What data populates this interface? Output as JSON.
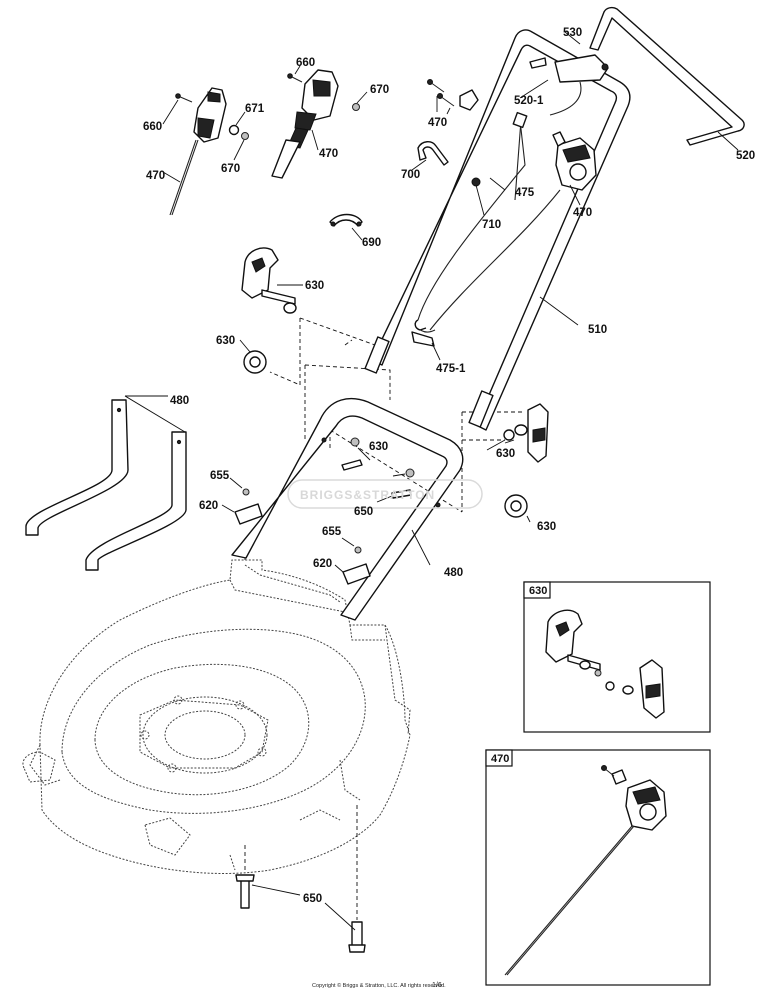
{
  "callouts": {
    "c530": "530",
    "c520_1": "520-1",
    "c520": "520",
    "c660_a": "660",
    "c660_b": "660",
    "c670_a": "670",
    "c671": "671",
    "c670_b": "670",
    "c470_a": "470",
    "c470_b": "470",
    "c470_c": "470",
    "c470_d": "470",
    "c700": "700",
    "c475": "475",
    "c710": "710",
    "c690": "690",
    "c630_a": "630",
    "c630_b": "630",
    "c510": "510",
    "c475_1": "475-1",
    "c480_a": "480",
    "c630_c": "630",
    "c630_d": "630",
    "c630_e": "630",
    "c655_a": "655",
    "c620_a": "620",
    "c650_a": "650",
    "c655_b": "655",
    "c620_b": "620",
    "c480_b": "480",
    "c650_b": "650"
  },
  "insets": {
    "inset_630": {
      "title": "630"
    },
    "inset_470": {
      "title": "470"
    }
  },
  "watermark": "BRIGGS&STRATTON",
  "footer": {
    "copyright": "Copyright © Briggs & Stratton, LLC. All rights reserved.",
    "ref_number": "1/6"
  }
}
